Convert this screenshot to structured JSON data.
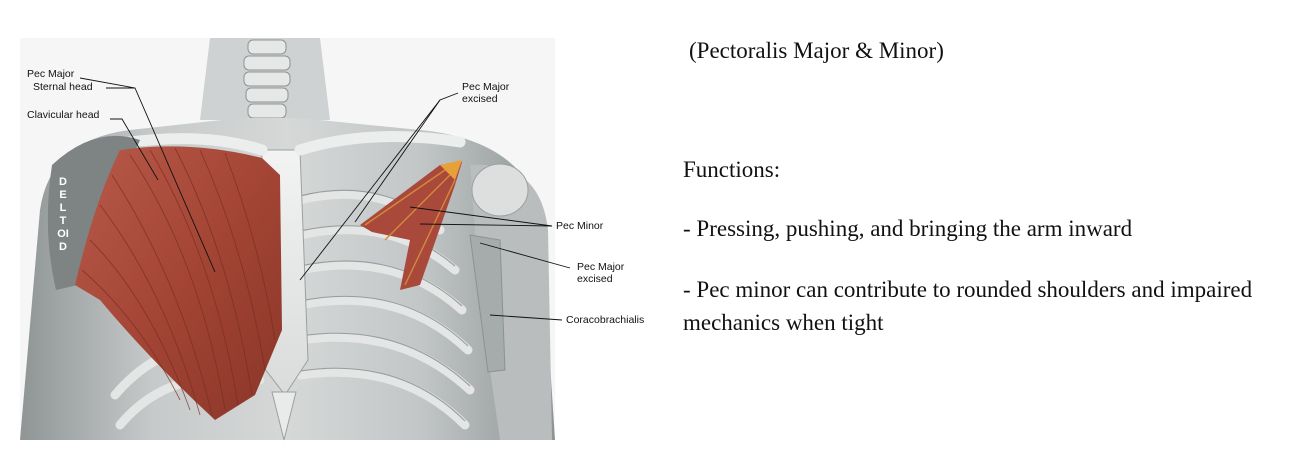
{
  "figure": {
    "labels": {
      "pec_major": "Pec Major",
      "sternal_head": "Sternal head",
      "clavicular_head": "Clavicular head",
      "pec_major_excised_top": "Pec Major excised",
      "pec_minor": "Pec Minor",
      "pec_major_excised_bottom": "Pec Major excised",
      "coracobrachialis": "Coracobrachialis",
      "deltoid": "DELTOID"
    },
    "colors": {
      "background": "#ffffff",
      "body": "#c9cccc",
      "bone": "#eaeceb",
      "muscle": "#a9493c",
      "muscle_dark": "#7f2d24"
    }
  },
  "text": {
    "subtitle": "(Pectoralis Major & Minor)",
    "functions_heading": "Functions:",
    "bullets": [
      "- Pressing, pushing, and bringing the arm inward",
      "- Pec minor can contribute to rounded shoulders and impaired mechanics when tight"
    ]
  }
}
